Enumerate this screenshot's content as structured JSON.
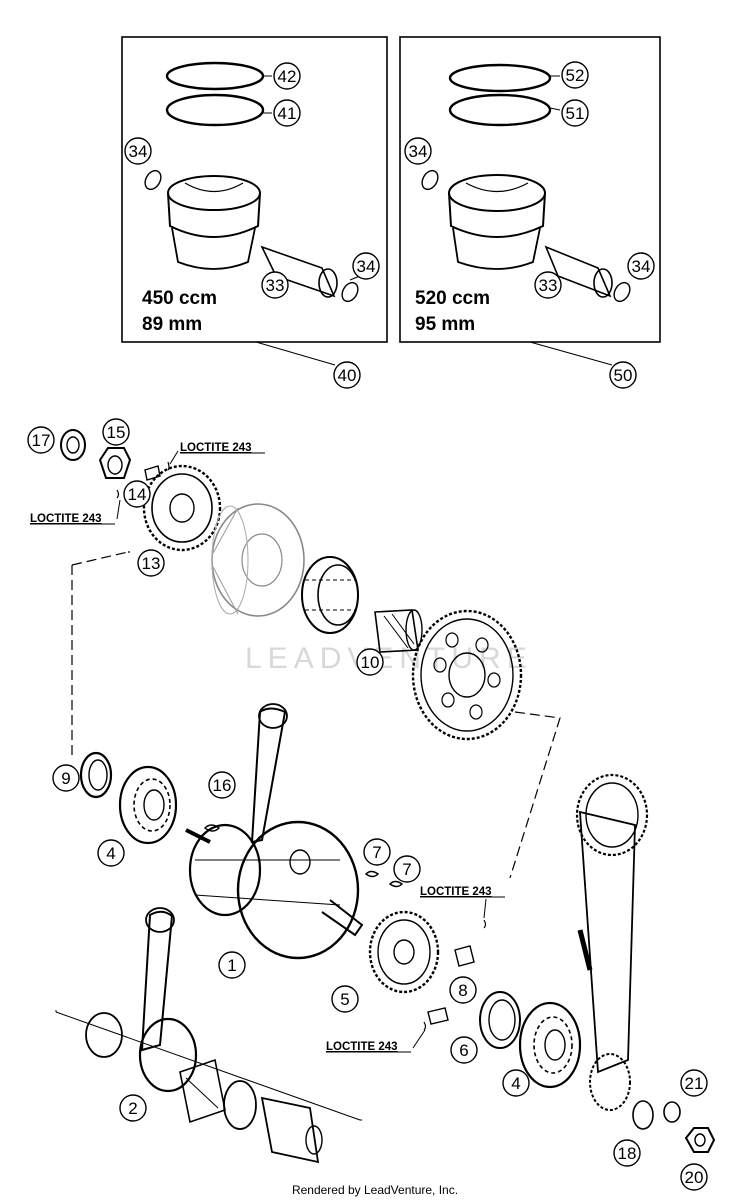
{
  "boxes": [
    {
      "capacity": "450 ccm",
      "bore": "89 mm",
      "ref": "40"
    },
    {
      "capacity": "520 ccm",
      "bore": "95 mm",
      "ref": "50"
    }
  ],
  "loctite_label": "LOCTITE 243",
  "callouts": {
    "c42": "42",
    "c41": "41",
    "c34a": "34",
    "c33a": "33",
    "c34b": "34",
    "c52": "52",
    "c51": "51",
    "c34c": "34",
    "c33b": "33",
    "c34d": "34",
    "c40": "40",
    "c50": "50",
    "c17": "17",
    "c15": "15",
    "c14": "14",
    "c13": "13",
    "c10": "10",
    "c9": "9",
    "c16": "16",
    "c4a": "4",
    "c7a": "7",
    "c7b": "7",
    "c1": "1",
    "c5": "5",
    "c8": "8",
    "c6": "6",
    "c4b": "4",
    "c2": "2",
    "c18": "18",
    "c21": "21",
    "c20": "20"
  },
  "watermark": "LEADVENTURE",
  "footer": "Rendered by LeadVenture, Inc."
}
